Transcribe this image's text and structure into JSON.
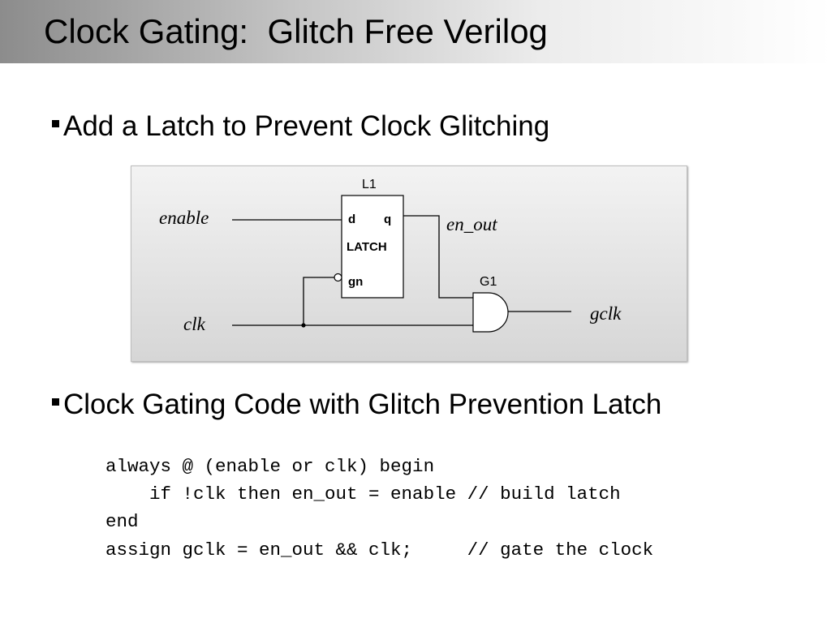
{
  "slide": {
    "title": "Clock Gating:  Glitch Free Verilog",
    "bullets": [
      "Add a Latch to Prevent Clock Glitching",
      "Clock Gating Code with Glitch Prevention Latch"
    ]
  },
  "diagram": {
    "latch_instance": "L1",
    "latch_pin_d": "d",
    "latch_pin_q": "q",
    "latch_type": "LATCH",
    "latch_pin_gn": "gn",
    "gate_instance": "G1",
    "signal_enable": "enable",
    "signal_clk": "clk",
    "signal_en_out": "en_out",
    "signal_gclk": "gclk"
  },
  "code": {
    "lines": [
      "always @ (enable or clk) begin",
      "    if !clk then en_out = enable // build latch",
      "end",
      "assign gclk = en_out && clk;     // gate the clock"
    ]
  }
}
